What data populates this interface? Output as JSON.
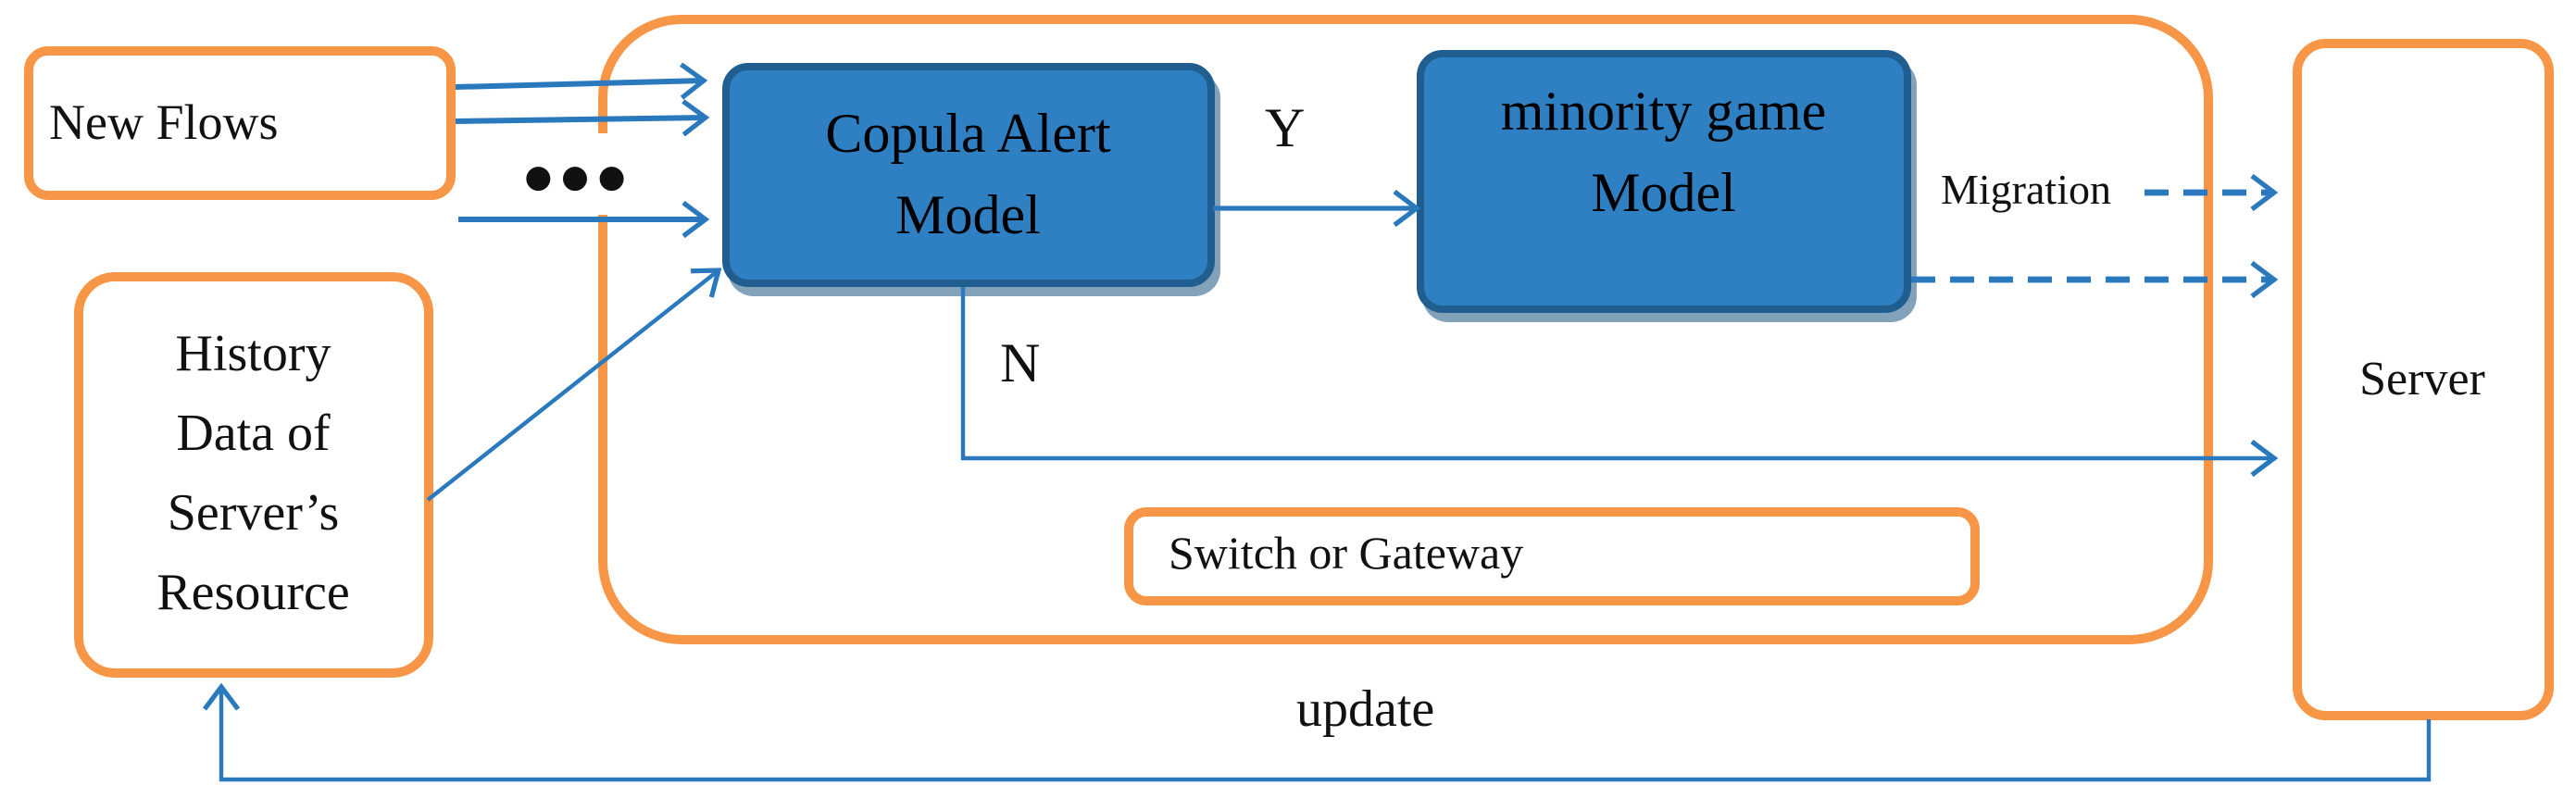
{
  "diagram": {
    "new_flows": "New Flows",
    "ellipsis": "●●●",
    "history_line1": "History",
    "history_line2": "Data of",
    "history_line3": "Server’s",
    "history_line4": "Resource",
    "copula_line1": "Copula Alert",
    "copula_line2": "Model",
    "minority_line1": "minority game",
    "minority_line2": "Model",
    "switch_gateway": "Switch or Gateway",
    "server": "Server",
    "label_yes": "Y",
    "label_no": "N",
    "label_migration": "Migration",
    "label_update": "update"
  },
  "icons": {
    "more_flows": "ellipsis-dots-icon"
  },
  "colors": {
    "orange": "#F79646",
    "box_blue": "#2E80C3",
    "box_blue_border": "#1F5E8F",
    "arrow_blue": "#2B79BD",
    "text": "#111111"
  }
}
